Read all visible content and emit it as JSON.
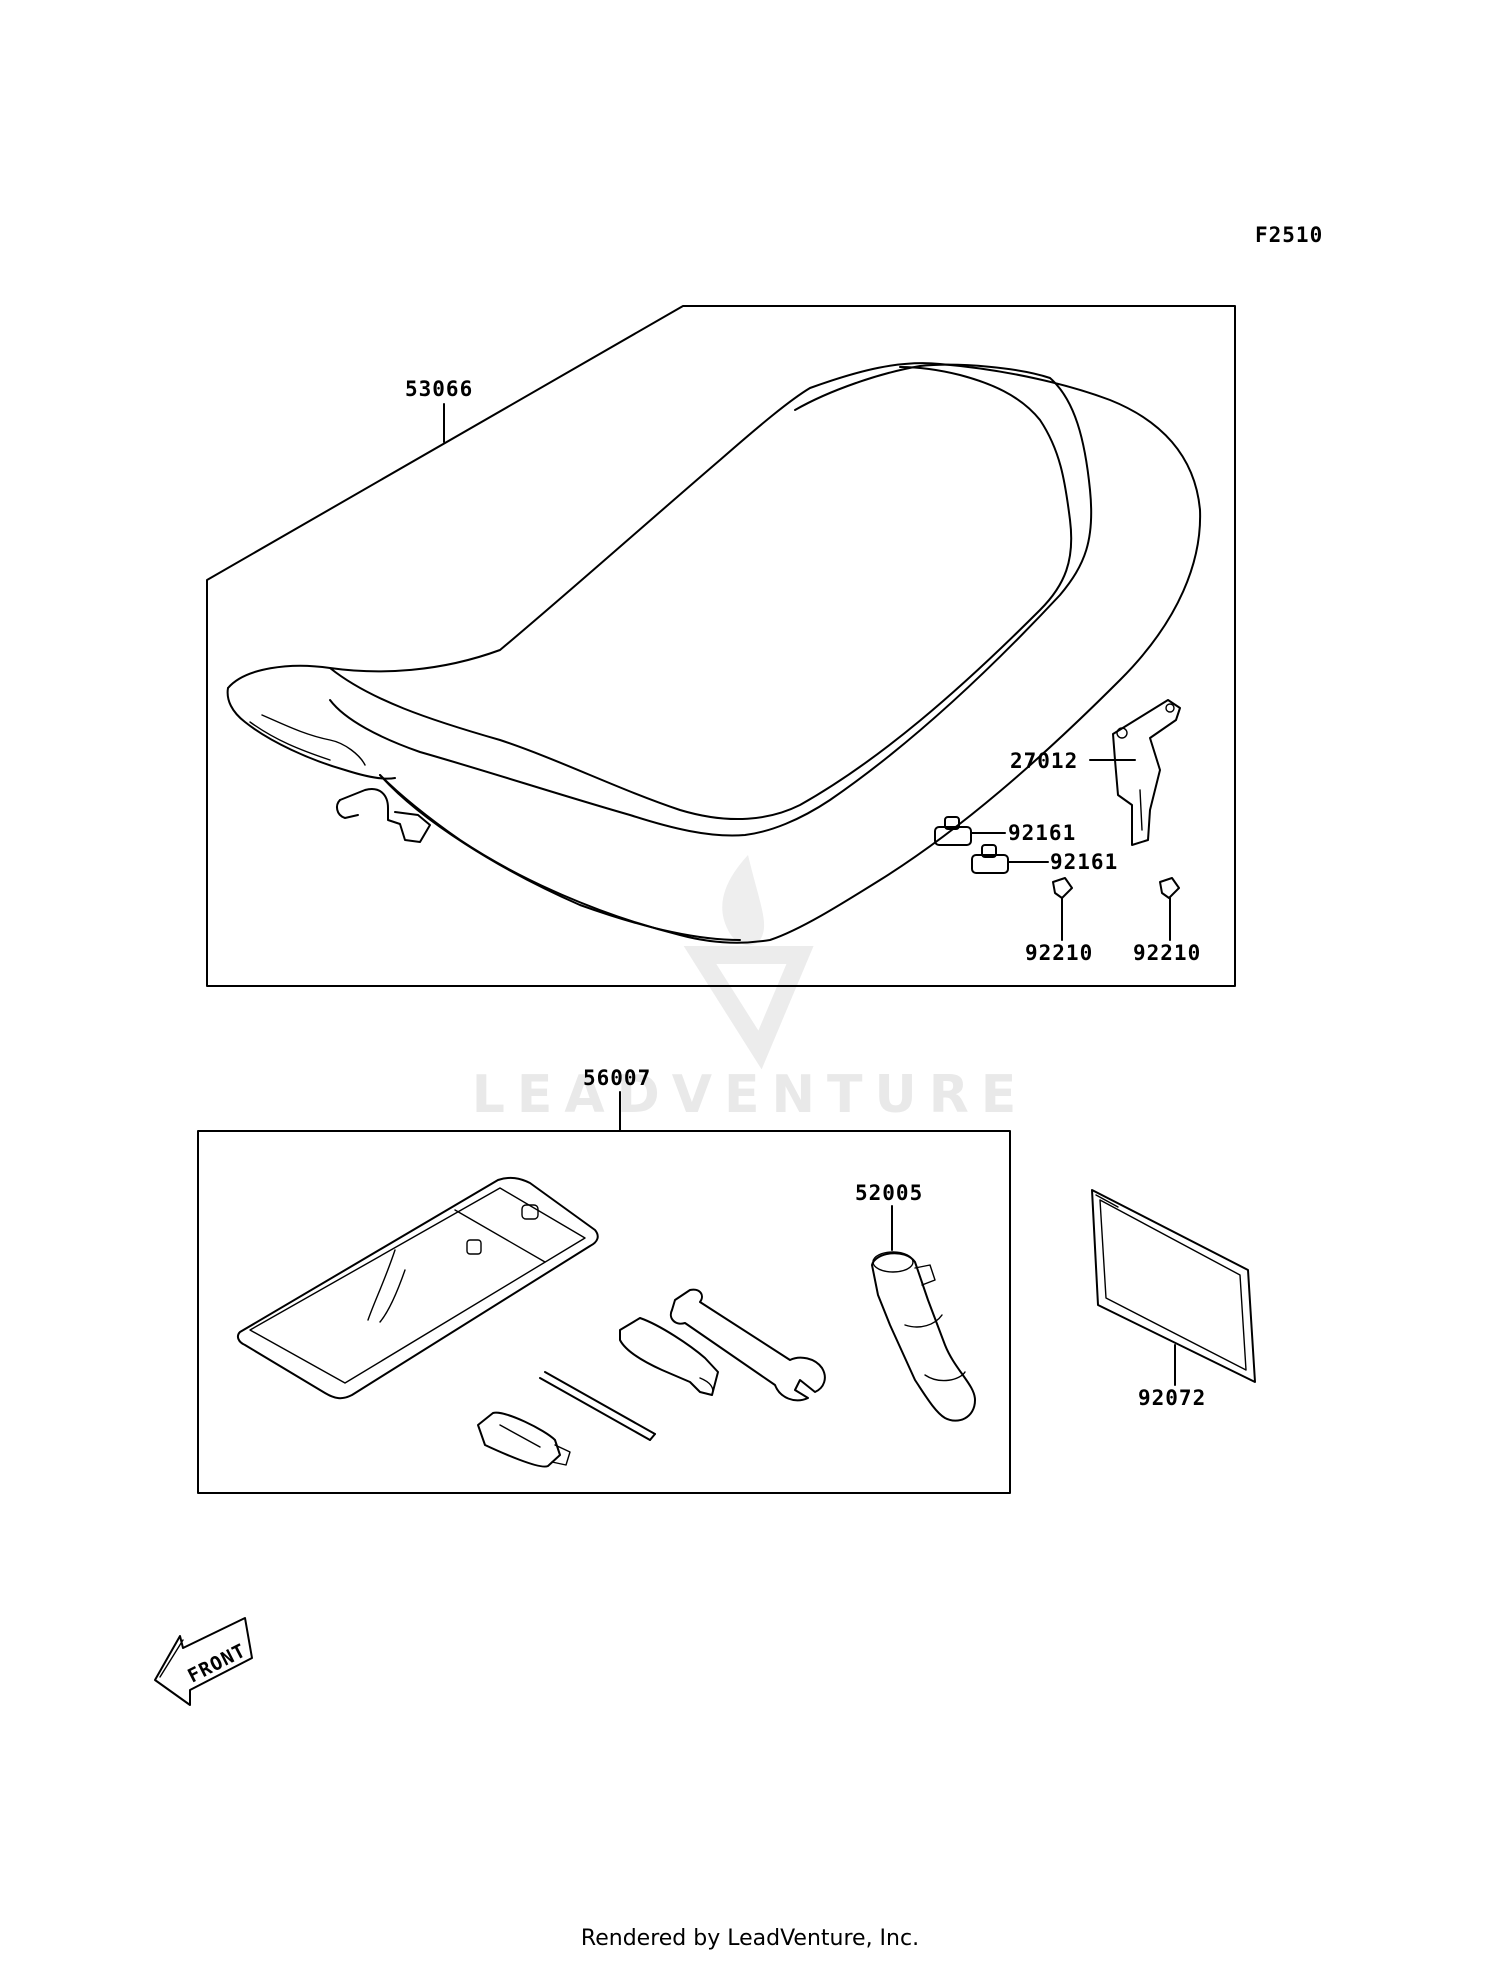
{
  "diagram_code": "F2510",
  "watermark": "LEADVENTURE",
  "footer": "Rendered by LeadVenture, Inc.",
  "front_label": "FRONT",
  "parts": {
    "seat": "53066",
    "hook": "27012",
    "damper_1": "92161",
    "damper_2": "92161",
    "clip_1": "92210",
    "clip_2": "92210",
    "tool_kit": "56007",
    "plug_wrench": "52005",
    "manual": "92072"
  }
}
